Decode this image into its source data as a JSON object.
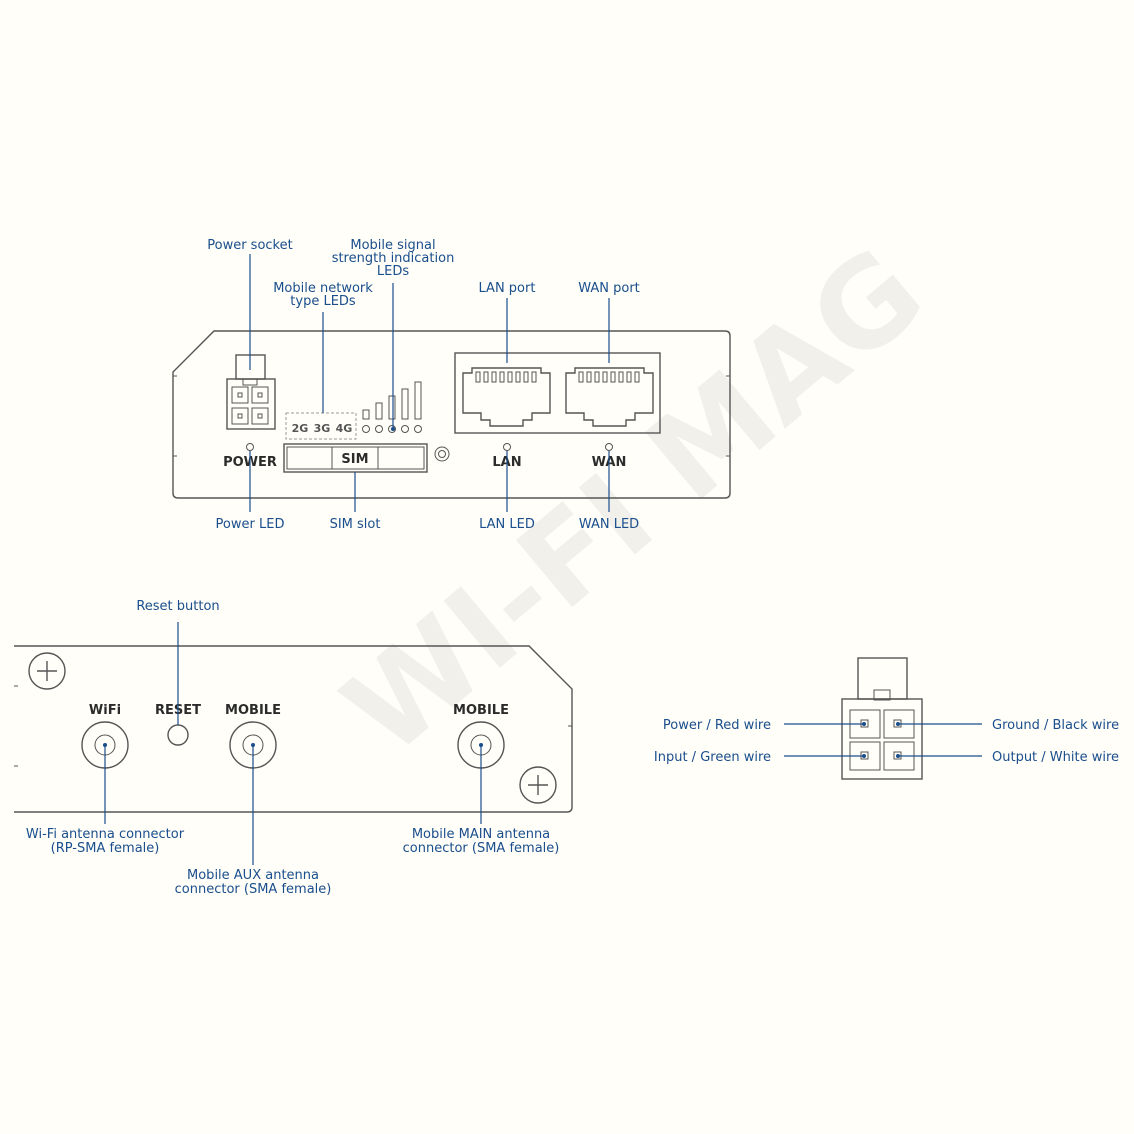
{
  "watermark": "WI-FI MAG",
  "front_panel": {
    "device_labels": {
      "power": "POWER",
      "sim": "SIM",
      "lan": "LAN",
      "wan": "WAN",
      "net_2g": "2G",
      "net_3g": "3G",
      "net_4g": "4G"
    },
    "callouts": {
      "power_socket": "Power socket",
      "mobile_signal": [
        "Mobile signal",
        "strength indication",
        "LEDs"
      ],
      "network_type": [
        "Mobile network",
        "type LEDs"
      ],
      "lan_port": "LAN port",
      "wan_port": "WAN port",
      "power_led": "Power LED",
      "sim_slot": "SIM slot",
      "lan_led": "LAN LED",
      "wan_led": "WAN LED"
    }
  },
  "back_panel": {
    "device_labels": {
      "wifi": "WiFi",
      "reset": "RESET",
      "mobile_aux": "MOBILE",
      "mobile_main": "MOBILE"
    },
    "callouts": {
      "reset_button": "Reset button",
      "wifi_connector": [
        "Wi-Fi antenna connector",
        "(RP-SMA female)"
      ],
      "aux_connector": [
        "Mobile AUX antenna",
        "connector (SMA female)"
      ],
      "main_connector": [
        "Mobile MAIN antenna",
        "connector (SMA female)"
      ]
    }
  },
  "power_pinout": {
    "power": "Power / Red wire",
    "input": "Input / Green wire",
    "ground": "Ground / Black wire",
    "output": "Output / White wire"
  }
}
